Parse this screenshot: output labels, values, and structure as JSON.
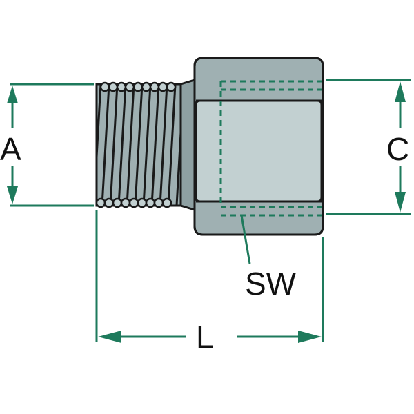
{
  "diagram": {
    "labels": {
      "a": "A",
      "c": "C",
      "sw": "SW",
      "l": "L"
    },
    "colors": {
      "body_fill": "#9fb0b2",
      "body_light": "#c2d0d1",
      "body_dark": "#7f9496",
      "outline": "#1a1a1a",
      "dimension_line": "#1e7a5c",
      "hidden_line": "#1e7a5c"
    }
  }
}
